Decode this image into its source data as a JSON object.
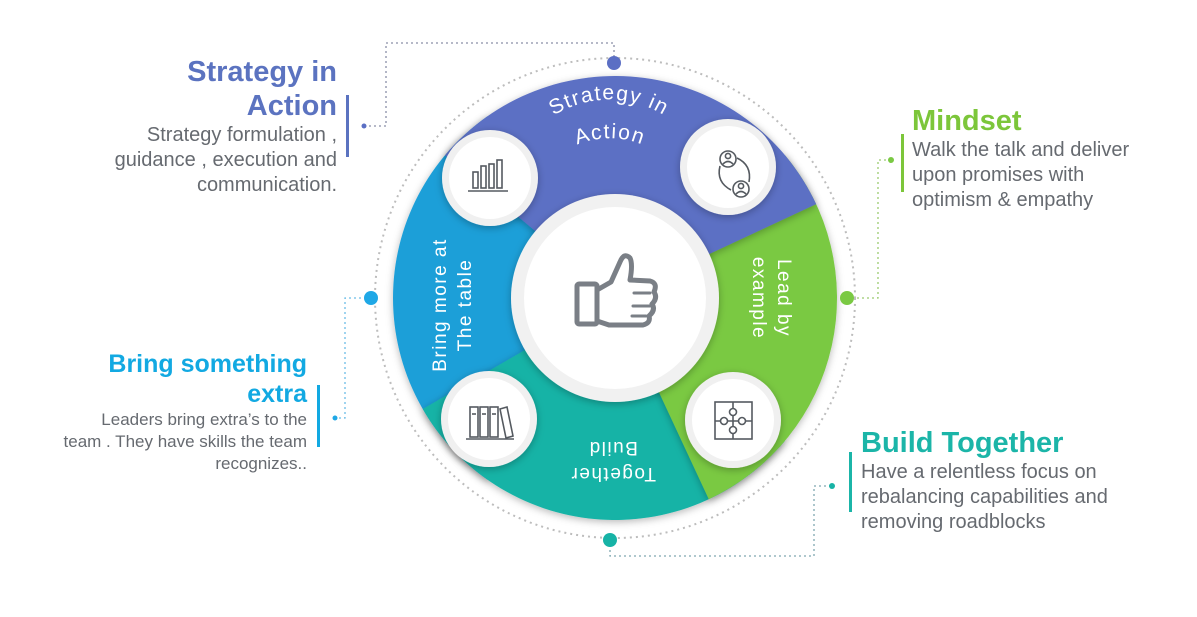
{
  "diagram": {
    "center_icon": "thumbs-up-icon",
    "segments": [
      {
        "id": "strategy",
        "label_lines": [
          "Strategy  in",
          "Action"
        ],
        "color": "#5b6fc4",
        "icon": "bar-chart-icon"
      },
      {
        "id": "lead",
        "label_lines": [
          "Lead by",
          "example"
        ],
        "color": "#7ac943",
        "icon": "people-cycle-icon"
      },
      {
        "id": "build",
        "label_lines": [
          "Together",
          "Build"
        ],
        "color": "#17b3a6",
        "icon": "puzzle-icon"
      },
      {
        "id": "bring",
        "label_lines": [
          "Bring more at",
          "The table"
        ],
        "color": "#1f9fd8",
        "icon": "binders-icon"
      }
    ]
  },
  "callouts": {
    "strategy": {
      "title_lines": [
        "Strategy in",
        "Action"
      ],
      "desc_lines": [
        "Strategy formulation  ,",
        "guidance , execution and",
        "communication."
      ],
      "color": "#5b73c0"
    },
    "mindset": {
      "title_lines": [
        "Mindset"
      ],
      "desc_lines": [
        "Walk the talk and deliver",
        "upon promises with",
        "optimism & empathy"
      ],
      "color": "#7cc63a"
    },
    "bring": {
      "title_lines": [
        "Bring something",
        "extra"
      ],
      "desc_lines": [
        "Leaders bring extra’s to the",
        "team . They have skills the team",
        "recognizes.."
      ],
      "color": "#12a9e2"
    },
    "build": {
      "title_lines": [
        "Build Together"
      ],
      "desc_lines": [
        "Have a relentless focus on",
        "rebalancing capabilities and",
        "removing roadblocks"
      ],
      "color": "#1bb5a8"
    }
  }
}
